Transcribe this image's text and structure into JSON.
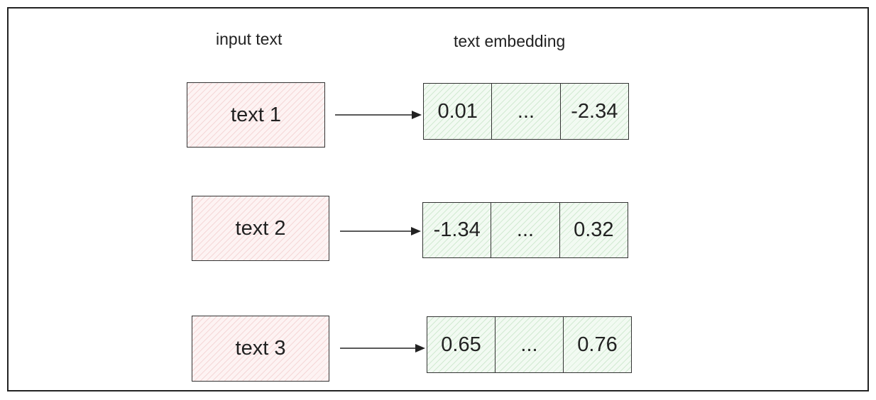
{
  "headings": {
    "input": "input text",
    "embedding": "text embedding"
  },
  "rows": [
    {
      "input": "text 1",
      "embedding": [
        "0.01",
        "...",
        "-2.34"
      ]
    },
    {
      "input": "text 2",
      "embedding": [
        "-1.34",
        "...",
        "0.32"
      ]
    },
    {
      "input": "text 3",
      "embedding": [
        "0.65",
        "...",
        "0.76"
      ]
    }
  ],
  "colors": {
    "input_fill": "#fdf3f3",
    "input_hatch": "#e29696",
    "embedding_fill": "#f2faf2",
    "embedding_hatch": "#8cc88c",
    "stroke": "#222222"
  }
}
